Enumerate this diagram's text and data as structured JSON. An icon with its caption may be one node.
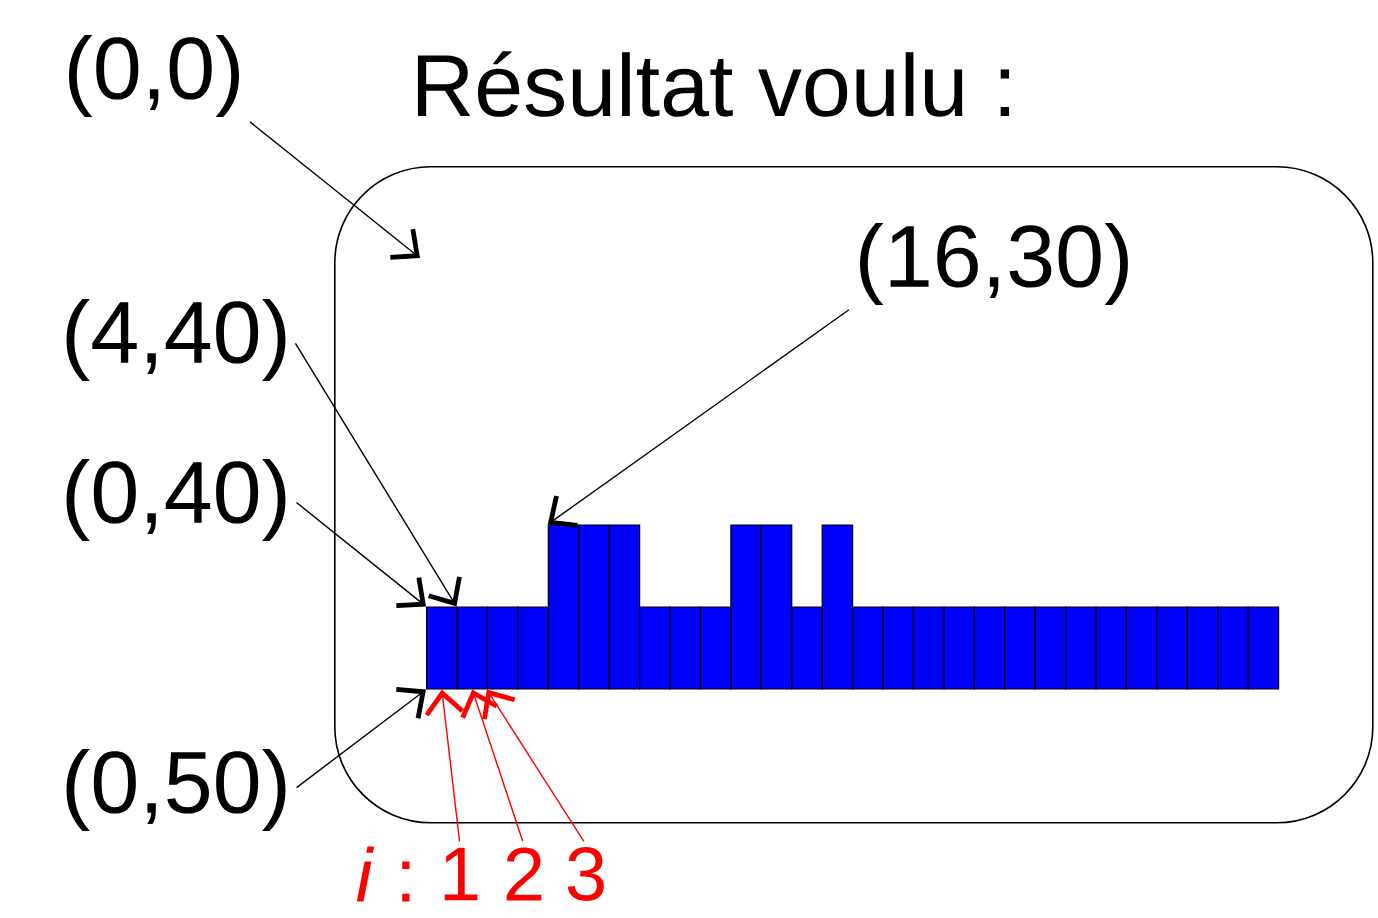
{
  "diagram": {
    "title": "Résultat voulu :",
    "nodes": [
      {
        "text": [
          "(0,0)"
        ]
      },
      {
        "text": [],
        "shape": "box"
      },
      {
        "text": [],
        "shape": "bar",
        "in": 1
      },
      {
        "text": [],
        "shape": "bar",
        "in": 1
      },
      {
        "text": [],
        "shape": "bar",
        "in": 1
      },
      {
        "text": [],
        "shape": "bar",
        "in": 1
      },
      {
        "text": [],
        "shape": "bar",
        "in": 1
      },
      {
        "text": [],
        "shape": "bar",
        "in": 1
      },
      {
        "text": [],
        "shape": "bar",
        "in": 1
      },
      {
        "text": [],
        "shape": "bar",
        "in": 1
      },
      {
        "text": [],
        "shape": "bar",
        "in": 1
      },
      {
        "text": [],
        "shape": "bar",
        "in": 1
      },
      {
        "text": [],
        "shape": "bar",
        "in": 1
      },
      {
        "text": [],
        "shape": "bar",
        "in": 1
      },
      {
        "text": [],
        "shape": "bar",
        "in": 1
      },
      {
        "text": [],
        "shape": "bar",
        "in": 1
      },
      {
        "text": [],
        "shape": "bar",
        "in": 1
      },
      {
        "text": [],
        "shape": "bar",
        "in": 1
      },
      {
        "text": [],
        "shape": "bar",
        "in": 1
      },
      {
        "text": [],
        "shape": "bar",
        "in": 1
      },
      {
        "text": [],
        "shape": "bar",
        "in": 1
      },
      {
        "text": [],
        "shape": "bar",
        "in": 1
      },
      {
        "text": [],
        "shape": "bar",
        "in": 1
      },
      {
        "text": [],
        "shape": "bar",
        "in": 1
      },
      {
        "text": [],
        "shape": "bar",
        "in": 1
      },
      {
        "text": [],
        "shape": "bar",
        "in": 1
      },
      {
        "text": [],
        "shape": "bar",
        "in": 1
      },
      {
        "text": [],
        "shape": "bar",
        "in": 1
      },
      {
        "text": [],
        "shape": "bar",
        "in": 1
      },
      {
        "text": [],
        "shape": "bar",
        "in": 1
      },
      {
        "text": [
          "(16,30)"
        ],
        "in": 1
      },
      {
        "text": [
          "(4,40)"
        ]
      },
      {
        "text": [
          "(0,40)"
        ]
      },
      {
        "text": [
          "(0,50)"
        ]
      },
      {
        "text": [
          "1"
        ]
      },
      {
        "text": [
          "2"
        ]
      },
      {
        "text": [
          "3"
        ]
      }
    ],
    "edges": [
      {
        "from": 0,
        "to": 1,
        "arrow": "to"
      },
      {
        "from": 30,
        "to": 6,
        "arrow": "to"
      },
      {
        "from": 31,
        "to": 3,
        "arrow": "to"
      },
      {
        "from": 32,
        "to": 2,
        "arrow": "to"
      },
      {
        "from": 33,
        "to": 2,
        "arrow": "to"
      },
      {
        "from": 34,
        "to": 2,
        "arrow": "to",
        "color": "#ff0000"
      },
      {
        "from": 35,
        "to": 3,
        "arrow": "to",
        "color": "#ff0000"
      },
      {
        "from": 36,
        "to": 4,
        "arrow": "to",
        "color": "#ff0000"
      }
    ],
    "labels": [
      "*i* :"
    ]
  }
}
